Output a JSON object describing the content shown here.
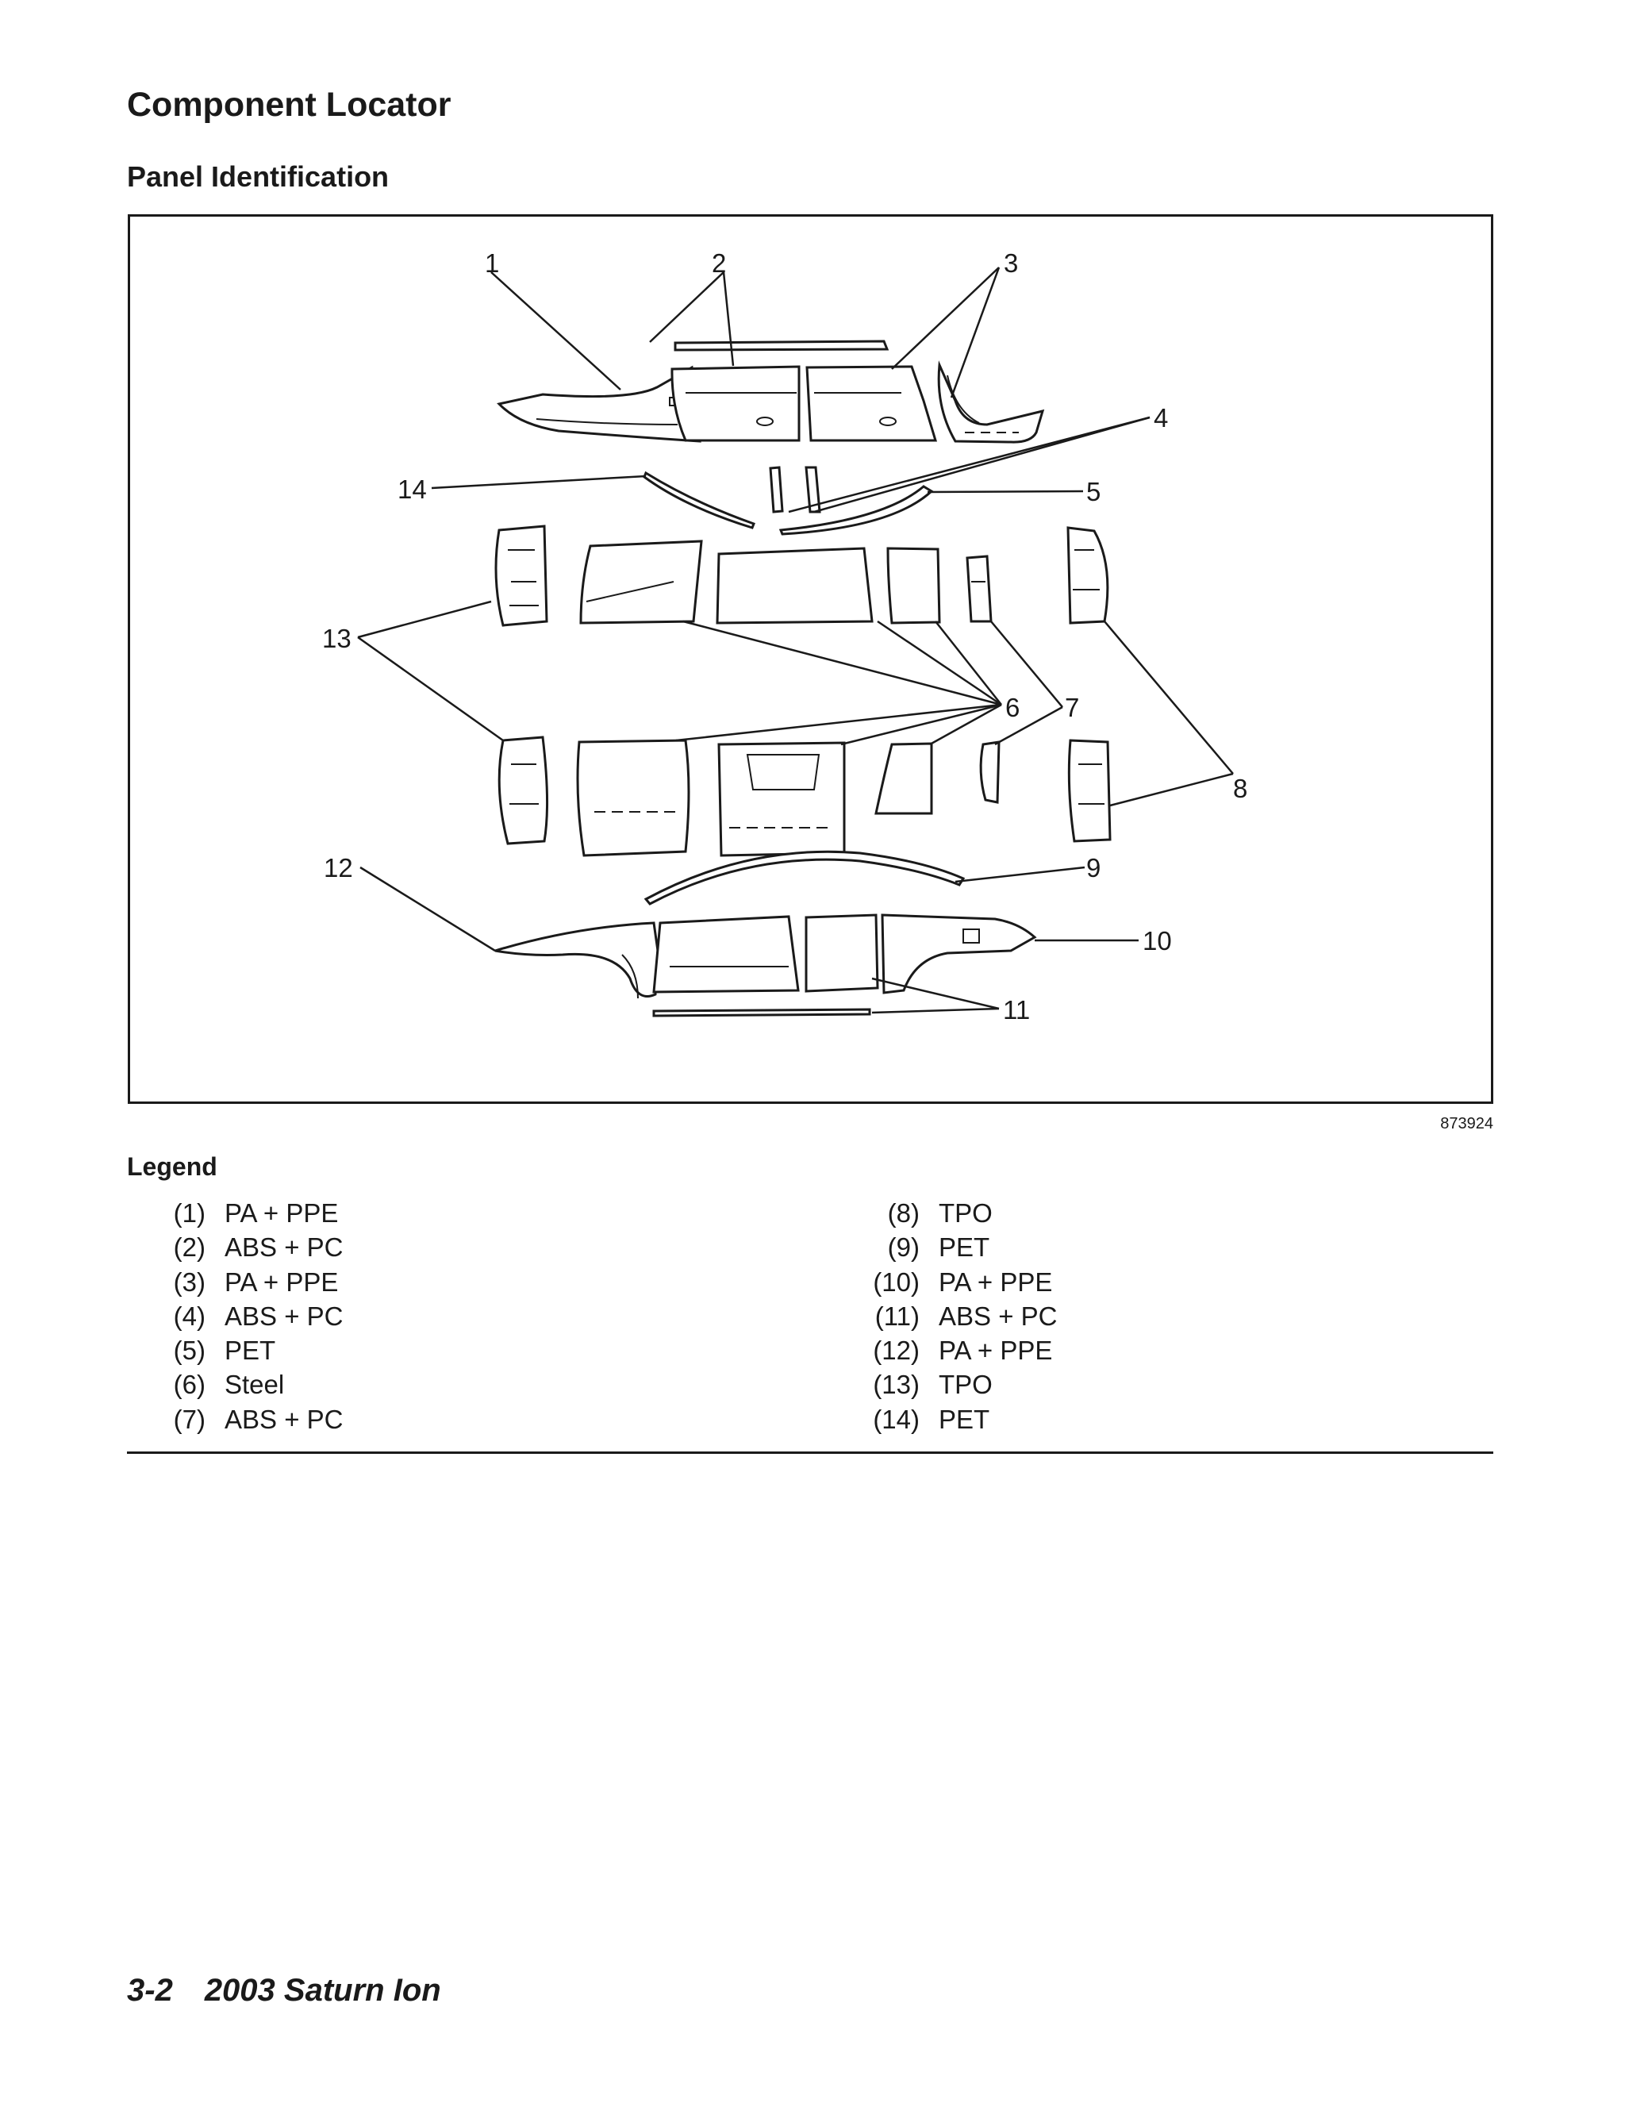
{
  "page": {
    "title": "Component Locator",
    "subtitle": "Panel Identification",
    "figure_id": "873924",
    "legend_title": "Legend",
    "footer_page": "3-2",
    "footer_title": "2003 Saturn Ion"
  },
  "callouts": [
    "1",
    "2",
    "3",
    "4",
    "5",
    "6",
    "7",
    "8",
    "9",
    "10",
    "11",
    "12",
    "13",
    "14"
  ],
  "legend": [
    {
      "num": "(1)",
      "material": "PA + PPE"
    },
    {
      "num": "(2)",
      "material": "ABS + PC"
    },
    {
      "num": "(3)",
      "material": "PA + PPE"
    },
    {
      "num": "(4)",
      "material": "ABS + PC"
    },
    {
      "num": "(5)",
      "material": "PET"
    },
    {
      "num": "(6)",
      "material": "Steel"
    },
    {
      "num": "(7)",
      "material": "ABS + PC"
    },
    {
      "num": "(8)",
      "material": "TPO"
    },
    {
      "num": "(9)",
      "material": "PET"
    },
    {
      "num": "(10)",
      "material": "PA + PPE"
    },
    {
      "num": "(11)",
      "material": "ABS + PC"
    },
    {
      "num": "(12)",
      "material": "PA + PPE"
    },
    {
      "num": "(13)",
      "material": "TPO"
    },
    {
      "num": "(14)",
      "material": "PET"
    }
  ]
}
